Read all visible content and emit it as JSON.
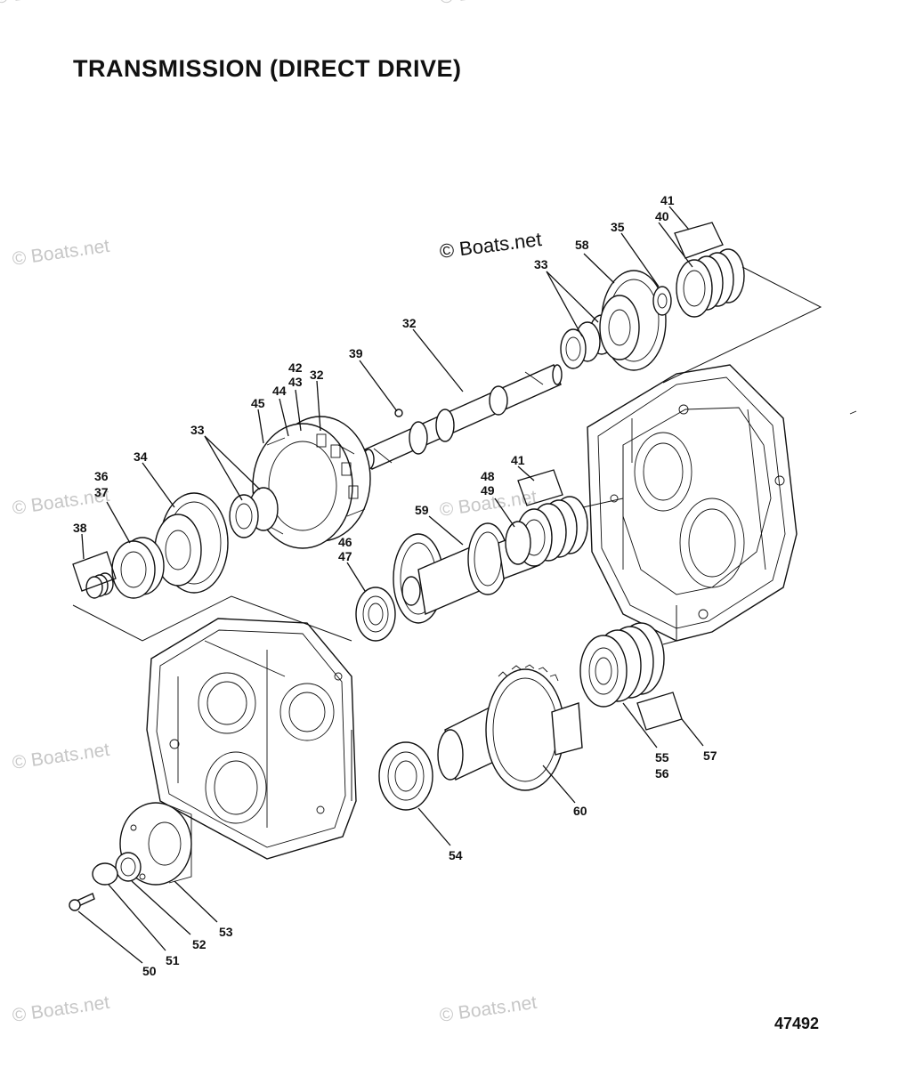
{
  "title": "TRANSMISSION (DIRECT DRIVE)",
  "figure_number": "47492",
  "watermark": "© Boats.net",
  "labels": {
    "l41a": "41",
    "l40": "40",
    "l35": "35",
    "l58": "58",
    "l33a": "33",
    "l32a": "32",
    "l39": "39",
    "l42": "42",
    "l43": "43",
    "l32b": "32",
    "l44": "44",
    "l45": "45",
    "l33b": "33",
    "l34": "34",
    "l36": "36",
    "l37": "37",
    "l38": "38",
    "l41b": "41",
    "l48": "48",
    "l49": "49",
    "l59": "59",
    "l46": "46",
    "l47": "47",
    "l55": "55",
    "l56": "56",
    "l57": "57",
    "l60": "60",
    "l54": "54",
    "l53": "53",
    "l52": "52",
    "l51": "51",
    "l50": "50"
  }
}
